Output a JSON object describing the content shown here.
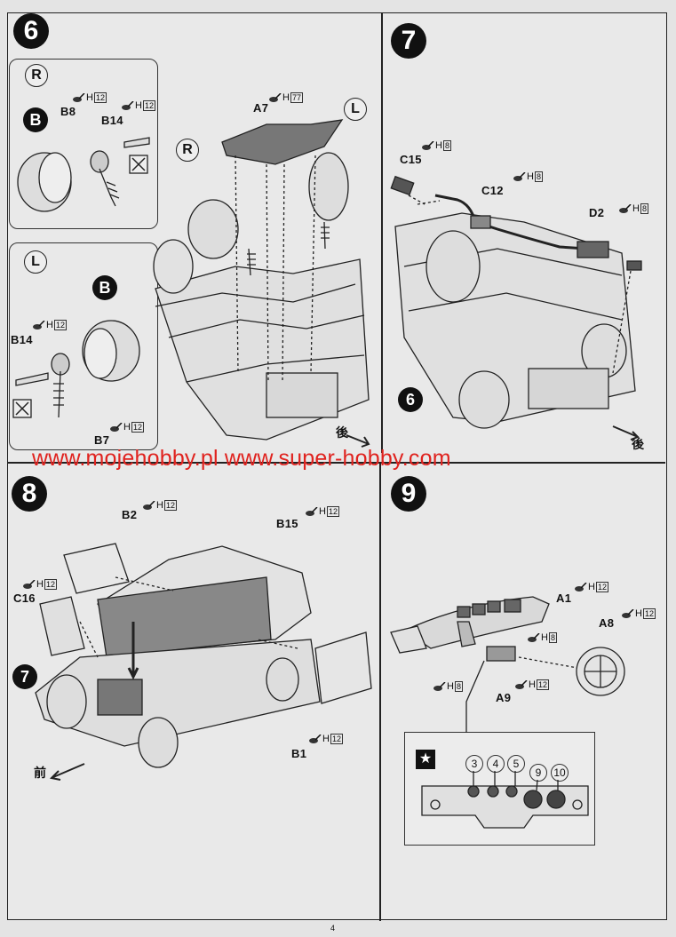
{
  "steps": {
    "s6": {
      "number": "6",
      "labels": {
        "R": "R",
        "L": "L",
        "B": "B",
        "B8": "B8",
        "B14": "B14",
        "B7": "B7",
        "A7": "A7"
      },
      "rear_mark": "後"
    },
    "s7": {
      "number": "7",
      "labels": {
        "C15": "C15",
        "C12": "C12",
        "D2": "D2",
        "sub6": "6"
      },
      "rear_mark": "後"
    },
    "s8": {
      "number": "8",
      "labels": {
        "B2": "B2",
        "B15": "B15",
        "C16": "C16",
        "B1": "B1",
        "sub7": "7"
      },
      "front_mark": "前"
    },
    "s9": {
      "number": "9",
      "labels": {
        "A1": "A1",
        "A8": "A8",
        "A9": "A9"
      },
      "inset_numbers": [
        "3",
        "4",
        "5",
        "9",
        "10"
      ]
    }
  },
  "paint": {
    "prefix": "H",
    "h12": "12",
    "h8": "8",
    "h77": "77"
  },
  "watermark": "www.mojehobby.pl www.super-hobby.com",
  "page_number": "4",
  "colors": {
    "watermark": "#e0231f",
    "ink": "#111111",
    "paper": "#e9e9e9"
  }
}
